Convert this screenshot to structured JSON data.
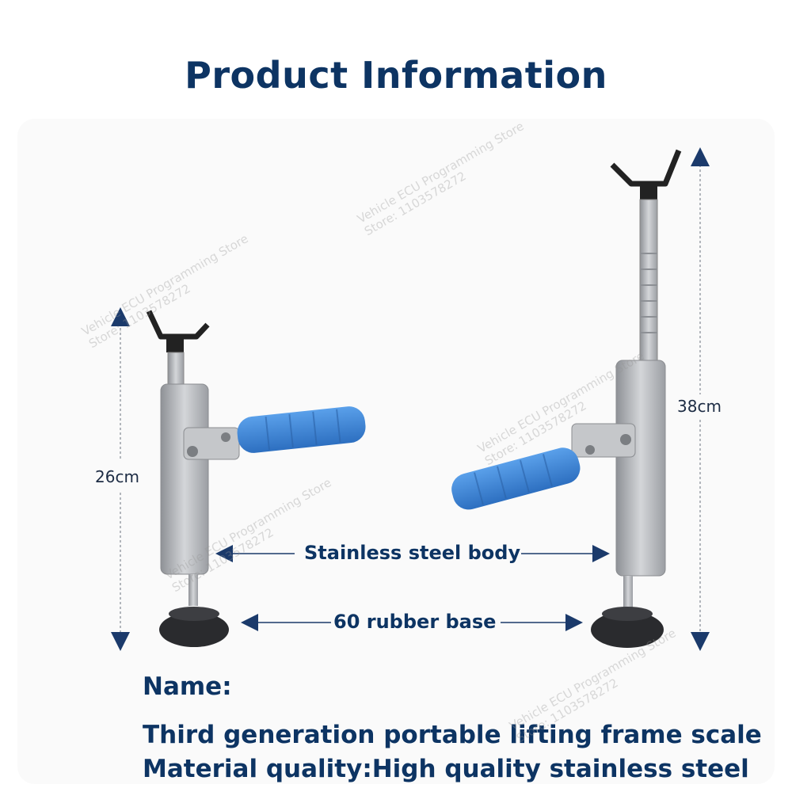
{
  "title": "Product Information",
  "dimensions": {
    "left_height": "26cm",
    "right_height": "38cm"
  },
  "callouts": {
    "body": "Stainless steel body",
    "base": "60 rubber base"
  },
  "info": {
    "name_label": "Name:",
    "product_name": "Third generation portable lifting frame scale",
    "material": "Material quality:High quality stainless steel"
  },
  "watermark": {
    "line1": "Vehicle ECU Programming Store",
    "line2": "Store: 1103578272"
  },
  "colors": {
    "title": "#0d3463",
    "arrow": "#1b3a6b",
    "steel": "#b7b9bd",
    "grip": "#3c84d6",
    "base": "#2a2b2e"
  }
}
